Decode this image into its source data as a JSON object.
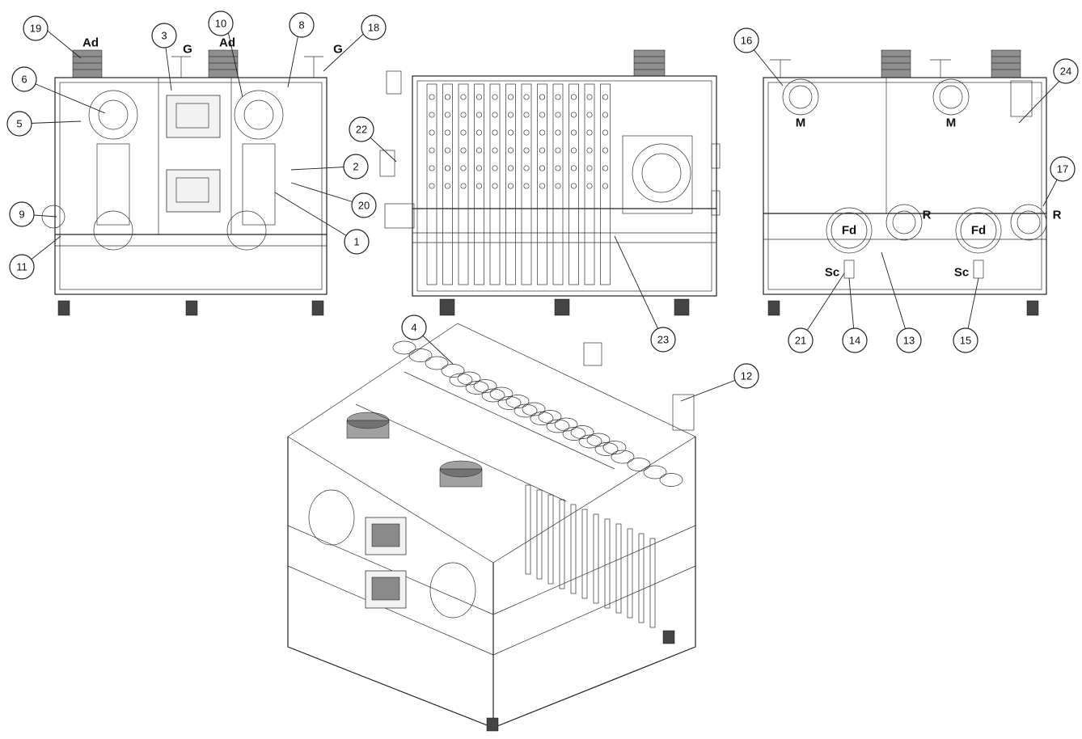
{
  "balloons": [
    {
      "id": "b19",
      "label": "19"
    },
    {
      "id": "b3",
      "label": "3"
    },
    {
      "id": "b10",
      "label": "10"
    },
    {
      "id": "b8",
      "label": "8"
    },
    {
      "id": "b18",
      "label": "18"
    },
    {
      "id": "b6",
      "label": "6"
    },
    {
      "id": "b5",
      "label": "5"
    },
    {
      "id": "b2",
      "label": "2"
    },
    {
      "id": "b20",
      "label": "20"
    },
    {
      "id": "b9",
      "label": "9"
    },
    {
      "id": "b1",
      "label": "1"
    },
    {
      "id": "b11",
      "label": "11"
    },
    {
      "id": "b22",
      "label": "22"
    },
    {
      "id": "b23",
      "label": "23"
    },
    {
      "id": "b4",
      "label": "4"
    },
    {
      "id": "b12",
      "label": "12"
    },
    {
      "id": "b16",
      "label": "16"
    },
    {
      "id": "b24",
      "label": "24"
    },
    {
      "id": "b17",
      "label": "17"
    },
    {
      "id": "b21",
      "label": "21"
    },
    {
      "id": "b14",
      "label": "14"
    },
    {
      "id": "b13",
      "label": "13"
    },
    {
      "id": "b15",
      "label": "15"
    }
  ],
  "port_labels": [
    {
      "id": "ad1",
      "text": "Ad"
    },
    {
      "id": "g1",
      "text": "G"
    },
    {
      "id": "ad2",
      "text": "Ad"
    },
    {
      "id": "g2",
      "text": "G"
    },
    {
      "id": "m1",
      "text": "M"
    },
    {
      "id": "m2",
      "text": "M"
    },
    {
      "id": "r1",
      "text": "R"
    },
    {
      "id": "r2",
      "text": "R"
    },
    {
      "id": "fd1",
      "text": "Fd"
    },
    {
      "id": "fd2",
      "text": "Fd"
    },
    {
      "id": "sc1",
      "text": "Sc"
    },
    {
      "id": "sc2",
      "text": "Sc"
    }
  ]
}
